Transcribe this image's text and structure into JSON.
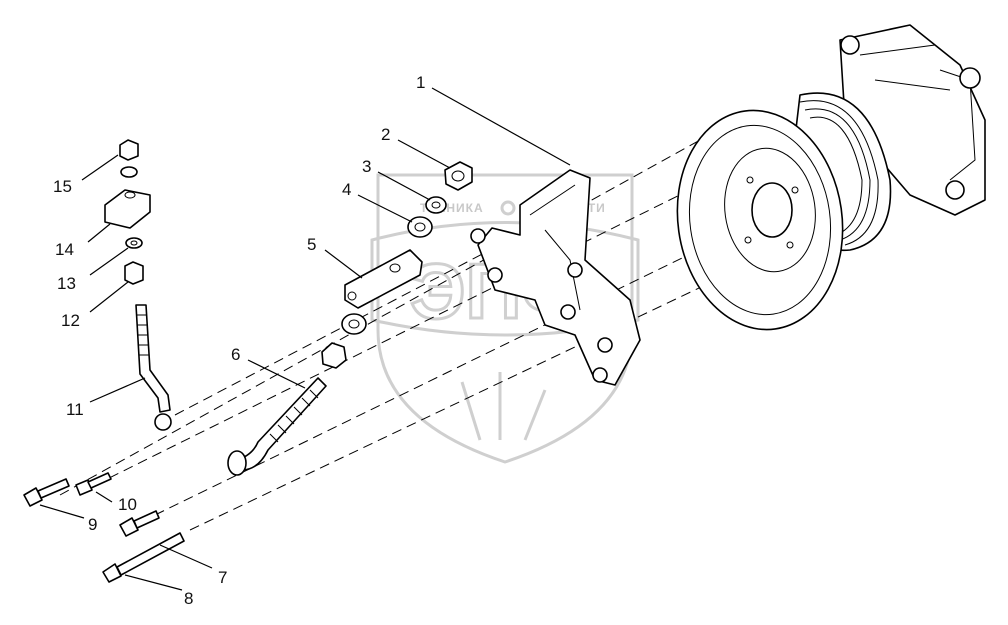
{
  "watermark": {
    "top_text_left": "ТЕХНИКА",
    "top_text_right": "ЗАПЧАСТИ",
    "big_text": "ЭПФ"
  },
  "callouts": [
    {
      "id": "callout-1",
      "text": "1"
    },
    {
      "id": "callout-2",
      "text": "2"
    },
    {
      "id": "callout-3",
      "text": "3"
    },
    {
      "id": "callout-4",
      "text": "4"
    },
    {
      "id": "callout-5",
      "text": "5"
    },
    {
      "id": "callout-6",
      "text": "6"
    },
    {
      "id": "callout-7",
      "text": "7"
    },
    {
      "id": "callout-8",
      "text": "8"
    },
    {
      "id": "callout-9",
      "text": "9"
    },
    {
      "id": "callout-10",
      "text": "10"
    },
    {
      "id": "callout-11",
      "text": "11"
    },
    {
      "id": "callout-12",
      "text": "12"
    },
    {
      "id": "callout-13",
      "text": "13"
    },
    {
      "id": "callout-14",
      "text": "14"
    },
    {
      "id": "callout-15",
      "text": "15"
    }
  ]
}
